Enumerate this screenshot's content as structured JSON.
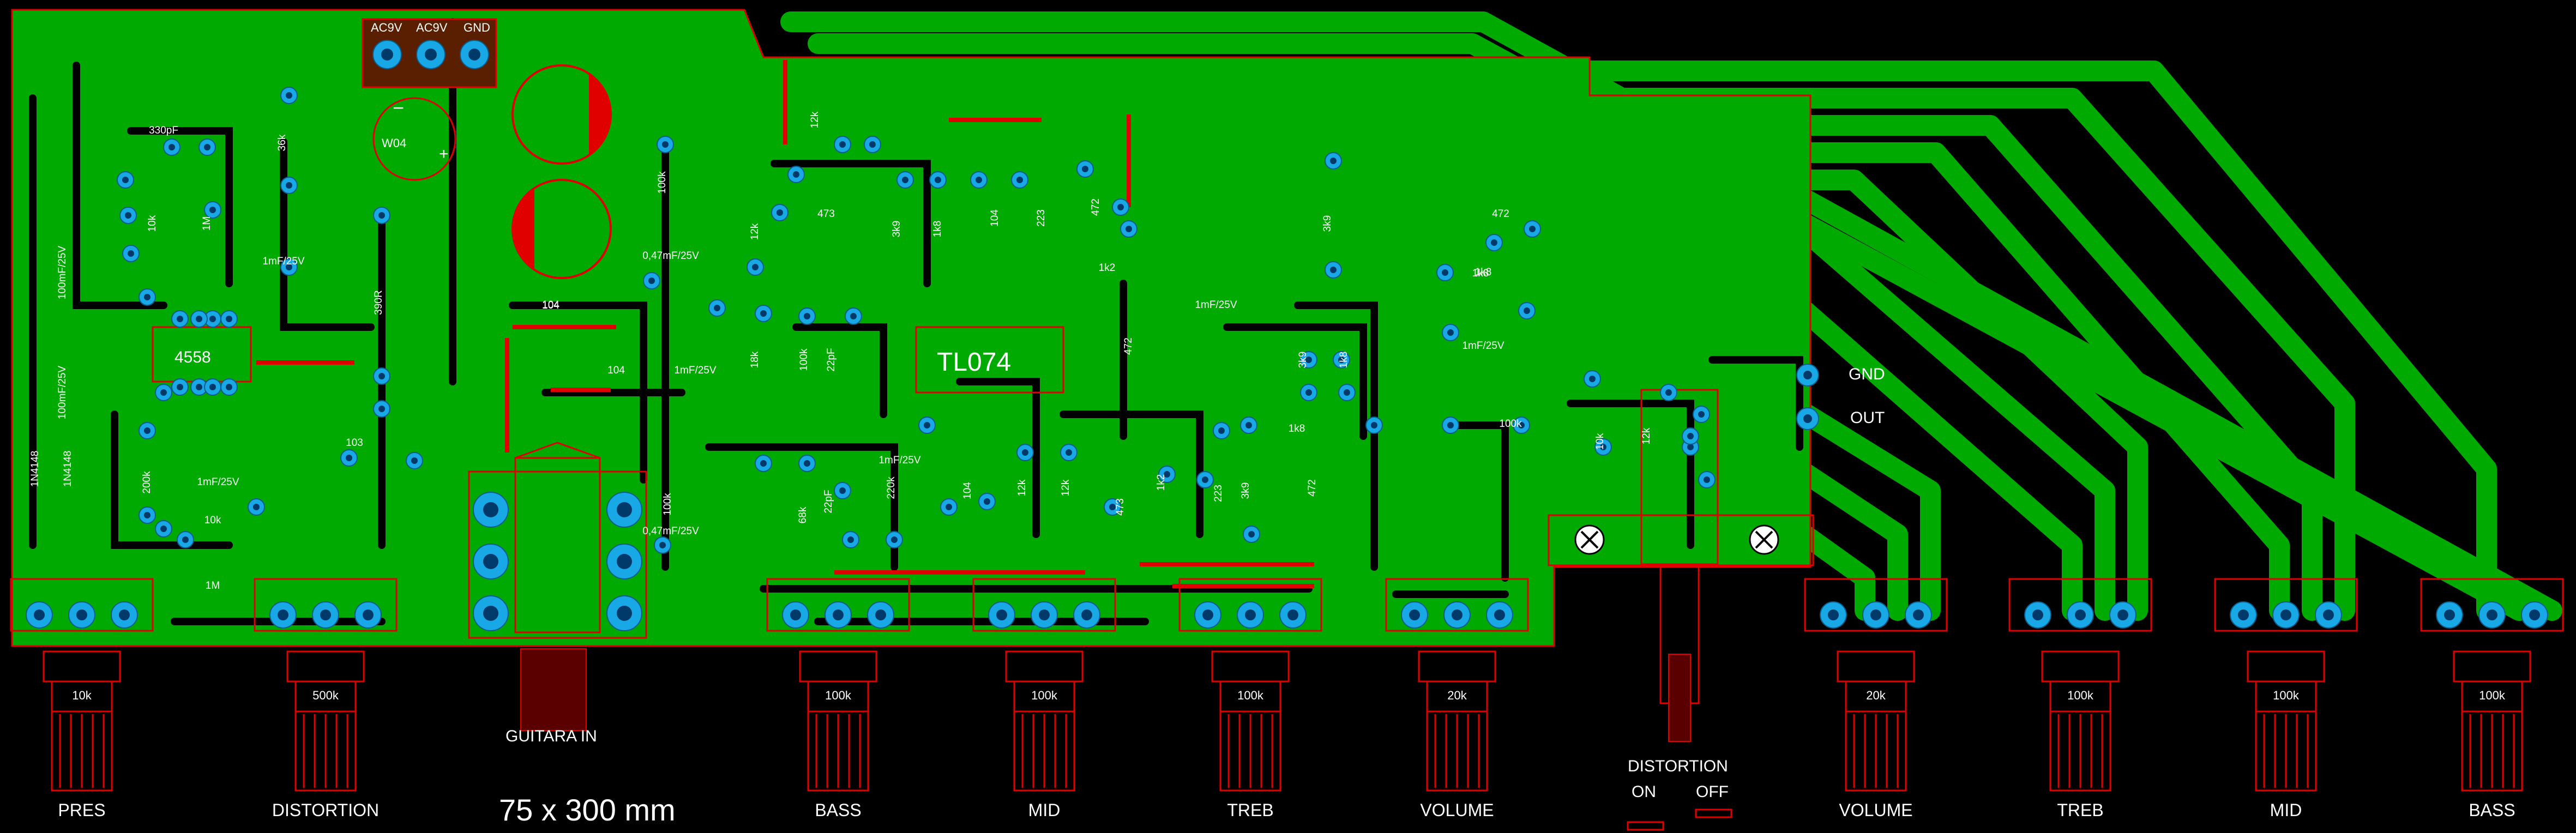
{
  "board": {
    "size_label": "75 x 300 mm",
    "colors": {
      "copper": "#00aa00",
      "silk": "#e00000",
      "pad": "#19a8e6",
      "background": "#000000"
    }
  },
  "connectors": {
    "power": {
      "pins": [
        "AC9V",
        "AC9V",
        "GND"
      ]
    },
    "rectifier": "W04",
    "output": {
      "gnd": "GND",
      "out": "OUT"
    },
    "guitar_jack": "GUITARA IN",
    "switch": {
      "title": "DISTORTION",
      "on": "ON",
      "off": "OFF"
    }
  },
  "ics": {
    "opamp_small": "4558",
    "opamp_main": "TL074"
  },
  "pots": [
    {
      "value": "10k",
      "name": "PRES"
    },
    {
      "value": "500k",
      "name": "DISTORTION"
    },
    {
      "value": "100k",
      "name": "BASS"
    },
    {
      "value": "100k",
      "name": "MID"
    },
    {
      "value": "100k",
      "name": "TREB"
    },
    {
      "value": "20k",
      "name": "VOLUME"
    },
    {
      "value": "20k",
      "name": "VOLUME"
    },
    {
      "value": "100k",
      "name": "TREB"
    },
    {
      "value": "100k",
      "name": "MID"
    },
    {
      "value": "100k",
      "name": "BASS"
    }
  ],
  "component_labels": [
    "330pF",
    "36k",
    "10k",
    "1M",
    "100mF/25V",
    "100mF/25V",
    "1mF/25V",
    "390R",
    "1N4148",
    "1N4148",
    "200k",
    "1mF/25V",
    "10k",
    "103",
    "1M",
    "100k",
    "0,47mF/25V",
    "104",
    "104",
    "1mF/25V",
    "100k",
    "0,47mF/25V",
    "12k",
    "18k",
    "100k",
    "22pF",
    "68k",
    "22pF",
    "220k",
    "1mF/25V",
    "12k",
    "473",
    "3k9",
    "1k8",
    "104",
    "223",
    "472",
    "1k2",
    "472",
    "3k9",
    "1k8",
    "1mF/25V",
    "3k9",
    "1k8",
    "104",
    "12k",
    "12k",
    "473",
    "1k2",
    "223",
    "3k9",
    "472",
    "1k8",
    "472",
    "1k8",
    "1mF/25V",
    "100k",
    "10k",
    "104",
    "12k"
  ]
}
